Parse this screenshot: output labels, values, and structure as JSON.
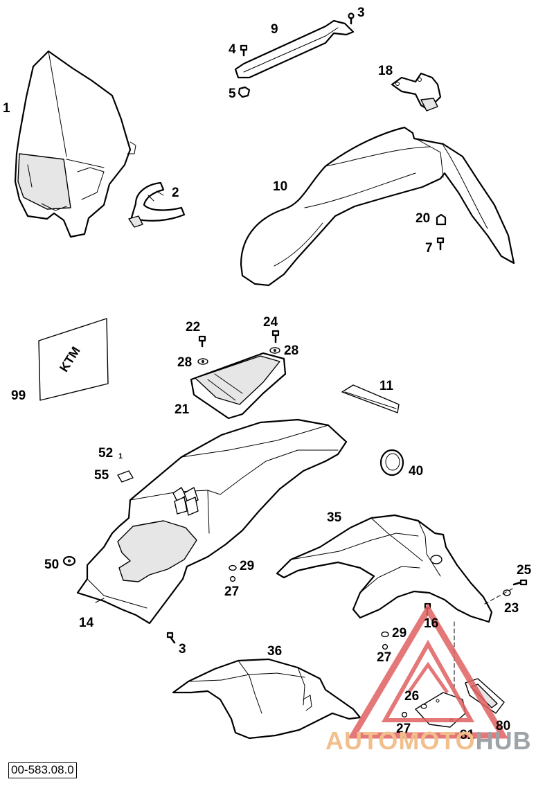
{
  "diagram": {
    "callouts": [
      {
        "id": "1",
        "label": "1"
      },
      {
        "id": "2",
        "label": "2"
      },
      {
        "id": "3",
        "label": "3"
      },
      {
        "id": "4",
        "label": "4"
      },
      {
        "id": "5",
        "label": "5"
      },
      {
        "id": "9",
        "label": "9"
      },
      {
        "id": "18",
        "label": "18"
      },
      {
        "id": "10",
        "label": "10"
      },
      {
        "id": "20",
        "label": "20"
      },
      {
        "id": "7",
        "label": "7"
      },
      {
        "id": "22",
        "label": "22"
      },
      {
        "id": "24",
        "label": "24"
      },
      {
        "id": "28a",
        "label": "28"
      },
      {
        "id": "28b",
        "label": "28"
      },
      {
        "id": "21",
        "label": "21"
      },
      {
        "id": "99",
        "label": "99"
      },
      {
        "id": "11",
        "label": "11"
      },
      {
        "id": "52",
        "label": "52"
      },
      {
        "id": "52sub",
        "label": "1"
      },
      {
        "id": "55",
        "label": "55"
      },
      {
        "id": "40",
        "label": "40"
      },
      {
        "id": "35",
        "label": "35"
      },
      {
        "id": "50",
        "label": "50"
      },
      {
        "id": "29a",
        "label": "29"
      },
      {
        "id": "27a",
        "label": "27"
      },
      {
        "id": "25",
        "label": "25"
      },
      {
        "id": "23",
        "label": "23"
      },
      {
        "id": "14",
        "label": "14"
      },
      {
        "id": "16",
        "label": "16"
      },
      {
        "id": "29b",
        "label": "29"
      },
      {
        "id": "3b",
        "label": "3"
      },
      {
        "id": "27b",
        "label": "27"
      },
      {
        "id": "36",
        "label": "36"
      },
      {
        "id": "26",
        "label": "26"
      },
      {
        "id": "27c",
        "label": "27"
      },
      {
        "id": "81",
        "label": "81"
      },
      {
        "id": "80",
        "label": "80"
      }
    ],
    "document_number": "00-583.08.0",
    "decal_text": "KTM",
    "watermark": {
      "part1": "AUTOMOTO",
      "part2": "HUB",
      "color_primary": "#f2bf8c",
      "color_secondary": "#9ea3a8",
      "color_triangle": "#e06060"
    }
  }
}
